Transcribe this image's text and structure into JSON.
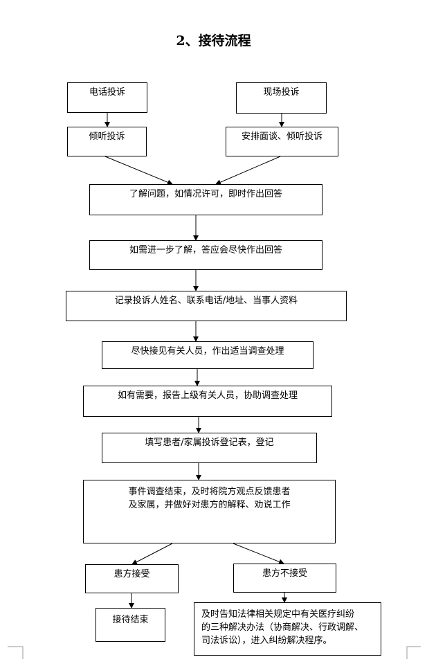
{
  "title": "2、接待流程",
  "nodes": {
    "phone_complaint": "电话投诉",
    "onsite_complaint": "现场投诉",
    "listen_complaint": "倾听投诉",
    "arrange_meeting": "安排面谈、倾听投诉",
    "understand_issue": "了解问题，如情况许可，即时作出回答",
    "further_understanding": "如需进一步了解，答应会尽快作出回答",
    "record_info": "记录投诉人姓名、联系电话/地址、当事人资料",
    "contact_staff": "尽快接见有关人员，作出适当调查处理",
    "report_superior": "如有需要，报告上级有关人员，协助调查处理",
    "fill_form": "填写患者/家属投诉登记表，登记",
    "investigation_end_line1": "事件调查结束，及时将院方观点反馈患者",
    "investigation_end_line2": "及家属，并做好对患方的解释、劝说工作",
    "patient_accepts": "患方接受",
    "patient_rejects": "患方不接受",
    "reception_end": "接待结束",
    "legal_notice_line1": "及时告知法律相关规定中有关医疗纠纷",
    "legal_notice_line2": "的三种解决办法（协商解决、行政调解、",
    "legal_notice_line3": "司法诉讼），进入纠纷解决程序。"
  }
}
